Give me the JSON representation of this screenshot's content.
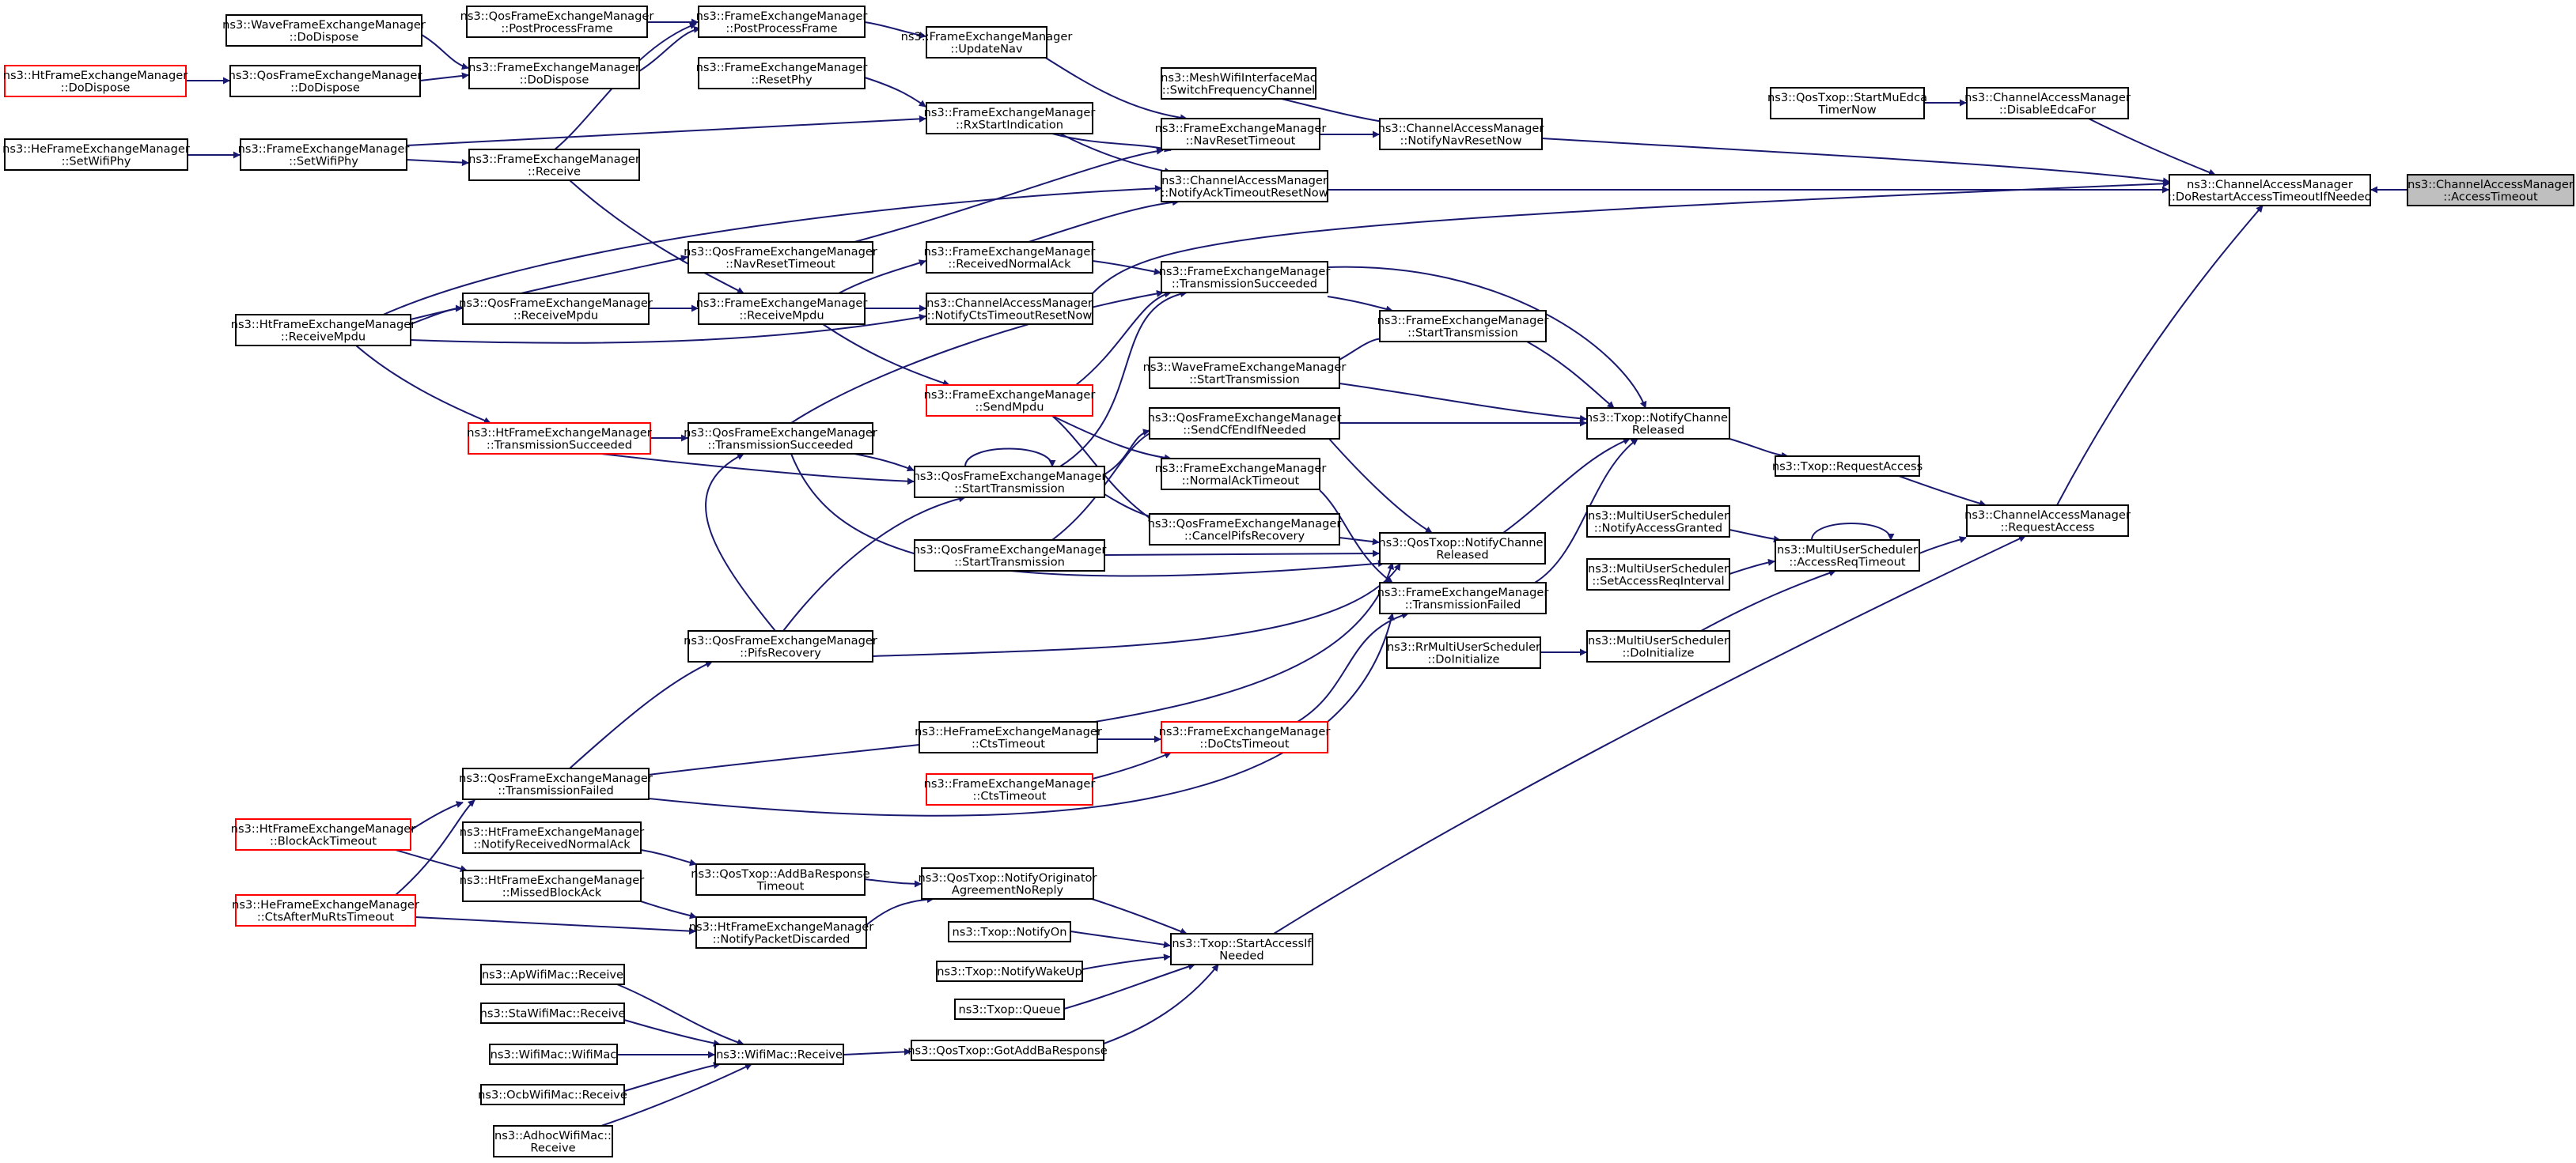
{
  "diagram": {
    "colors": {
      "edge": "#191970",
      "node_border": "#000000",
      "truncated_border": "#ff0000",
      "root_fill": "#bfbfbf",
      "background": "#ffffff"
    },
    "nodes": [
      {
        "id": "root",
        "lines": [
          "ns3::ChannelAccessManager",
          "::AccessTimeout"
        ],
        "style": "root"
      },
      {
        "id": "camRestart",
        "lines": [
          "ns3::ChannelAccessManager",
          "::DoRestartAccessTimeoutIfNeeded"
        ]
      },
      {
        "id": "camDisableEdca",
        "lines": [
          "ns3::ChannelAccessManager",
          "::DisableEdcaFor"
        ]
      },
      {
        "id": "qosStartMu",
        "lines": [
          "ns3::QosTxop::StartMuEdca",
          "TimerNow"
        ]
      },
      {
        "id": "camNotifyNav",
        "lines": [
          "ns3::ChannelAccessManager",
          "::NotifyNavResetNow"
        ]
      },
      {
        "id": "meshSwitch",
        "lines": [
          "ns3::MeshWifiInterfaceMac",
          "::SwitchFrequencyChannel"
        ]
      },
      {
        "id": "femNavReset",
        "lines": [
          "ns3::FrameExchangeManager",
          "::NavResetTimeout"
        ]
      },
      {
        "id": "femUpdateNav",
        "lines": [
          "ns3::FrameExchangeManager",
          "::UpdateNav"
        ]
      },
      {
        "id": "femPostProcess",
        "lines": [
          "ns3::FrameExchangeManager",
          "::PostProcessFrame"
        ]
      },
      {
        "id": "qfemPostProcess",
        "lines": [
          "ns3::QosFrameExchangeManager",
          "::PostProcessFrame"
        ]
      },
      {
        "id": "wfemDoDispose",
        "lines": [
          "ns3::WaveFrameExchangeManager",
          "::DoDispose"
        ]
      },
      {
        "id": "femDoDispose",
        "lines": [
          "ns3::FrameExchangeManager",
          "::DoDispose"
        ]
      },
      {
        "id": "qfemDoDispose",
        "lines": [
          "ns3::QosFrameExchangeManager",
          "::DoDispose"
        ]
      },
      {
        "id": "htfemDoDispose",
        "lines": [
          "ns3::HtFrameExchangeManager",
          "::DoDispose"
        ],
        "style": "truncated"
      },
      {
        "id": "femResetPhy",
        "lines": [
          "ns3::FrameExchangeManager",
          "::ResetPhy"
        ]
      },
      {
        "id": "camRxStart",
        "lines": [
          "ns3::FrameExchangeManager",
          "::RxStartIndication"
        ]
      },
      {
        "id": "hefemSetWifiPhy",
        "lines": [
          "ns3::HeFrameExchangeManager",
          "::SetWifiPhy"
        ]
      },
      {
        "id": "femSetWifiPhy",
        "lines": [
          "ns3::FrameExchangeManager",
          "::SetWifiPhy"
        ]
      },
      {
        "id": "femReceive",
        "lines": [
          "ns3::FrameExchangeManager",
          "::Receive"
        ]
      },
      {
        "id": "camAckTimeout",
        "lines": [
          "ns3::ChannelAccessManager",
          "::NotifyAckTimeoutResetNow"
        ]
      },
      {
        "id": "qfemNavReset",
        "lines": [
          "ns3::QosFrameExchangeManager",
          "::NavResetTimeout"
        ]
      },
      {
        "id": "femRecvNormalAck",
        "lines": [
          "ns3::FrameExchangeManager",
          "::ReceivedNormalAck"
        ]
      },
      {
        "id": "htfemReceiveMpdu",
        "lines": [
          "ns3::HtFrameExchangeManager",
          "::ReceiveMpdu"
        ]
      },
      {
        "id": "qfemReceiveMpdu",
        "lines": [
          "ns3::QosFrameExchangeManager",
          "::ReceiveMpdu"
        ]
      },
      {
        "id": "femReceiveMpdu",
        "lines": [
          "ns3::FrameExchangeManager",
          "::ReceiveMpdu"
        ]
      },
      {
        "id": "camCtsTimeout",
        "lines": [
          "ns3::ChannelAccessManager",
          "::NotifyCtsTimeoutResetNow"
        ]
      },
      {
        "id": "femTxSucceeded",
        "lines": [
          "ns3::FrameExchangeManager",
          "::TransmissionSucceeded"
        ]
      },
      {
        "id": "femStartTx",
        "lines": [
          "ns3::FrameExchangeManager",
          "::StartTransmission"
        ]
      },
      {
        "id": "wfemStartTx",
        "lines": [
          "ns3::WaveFrameExchangeManager",
          "::StartTransmission"
        ]
      },
      {
        "id": "femSendMpdu",
        "lines": [
          "ns3::FrameExchangeManager",
          "::SendMpdu"
        ],
        "style": "truncated"
      },
      {
        "id": "htfemTxSucceeded",
        "lines": [
          "ns3::HtFrameExchangeManager",
          "::TransmissionSucceeded"
        ],
        "style": "truncated"
      },
      {
        "id": "qfemTxSucceeded",
        "lines": [
          "ns3::QosFrameExchangeManager",
          "::TransmissionSucceeded"
        ]
      },
      {
        "id": "txopNotifyChannel",
        "lines": [
          "ns3::Txop::NotifyChannel",
          "Released"
        ]
      },
      {
        "id": "qfemSendCfEnd",
        "lines": [
          "ns3::QosFrameExchangeManager",
          "::SendCfEndIfNeeded"
        ]
      },
      {
        "id": "txopRequestAccess",
        "lines": [
          "ns3::Txop::RequestAccess"
        ]
      },
      {
        "id": "qfemStartTx",
        "lines": [
          "ns3::QosFrameExchangeManager",
          "::StartTransmission"
        ]
      },
      {
        "id": "femNormalAckTimeout",
        "lines": [
          "ns3::FrameExchangeManager",
          "::NormalAckTimeout"
        ]
      },
      {
        "id": "qfemCancelPifs",
        "lines": [
          "ns3::QosFrameExchangeManager",
          "::CancelPifsRecovery"
        ]
      },
      {
        "id": "qfemStartTx2",
        "lines": [
          "ns3::QosFrameExchangeManager",
          "::StartTransmission"
        ]
      },
      {
        "id": "qosTxopNotifyChannel",
        "lines": [
          "ns3::QosTxop::NotifyChannel",
          "Released"
        ]
      },
      {
        "id": "musNotifyGranted",
        "lines": [
          "ns3::MultiUserScheduler",
          "::NotifyAccessGranted"
        ]
      },
      {
        "id": "musAccessReqTimeout",
        "lines": [
          "ns3::MultiUserScheduler",
          "::AccessReqTimeout"
        ]
      },
      {
        "id": "camRequestAccess",
        "lines": [
          "ns3::ChannelAccessManager",
          "::RequestAccess"
        ]
      },
      {
        "id": "musSetAccessReq",
        "lines": [
          "ns3::MultiUserScheduler",
          "::SetAccessReqInterval"
        ]
      },
      {
        "id": "femTxFailed",
        "lines": [
          "ns3::FrameExchangeManager",
          "::TransmissionFailed"
        ]
      },
      {
        "id": "rrmusDoInit",
        "lines": [
          "ns3::RrMultiUserScheduler",
          "::DoInitialize"
        ]
      },
      {
        "id": "musDoInit",
        "lines": [
          "ns3::MultiUserScheduler",
          "::DoInitialize"
        ]
      },
      {
        "id": "qfemPifsRecovery",
        "lines": [
          "ns3::QosFrameExchangeManager",
          "::PifsRecovery"
        ]
      },
      {
        "id": "hefemCtsTimeout",
        "lines": [
          "ns3::HeFrameExchangeManager",
          "::CtsTimeout"
        ]
      },
      {
        "id": "femDoCtsTimeout",
        "lines": [
          "ns3::FrameExchangeManager",
          "::DoCtsTimeout"
        ],
        "style": "truncated"
      },
      {
        "id": "femCtsTimeout",
        "lines": [
          "ns3::FrameExchangeManager",
          "::CtsTimeout"
        ],
        "style": "truncated"
      },
      {
        "id": "qfemTxFailed",
        "lines": [
          "ns3::QosFrameExchangeManager",
          "::TransmissionFailed"
        ]
      },
      {
        "id": "htfemBlockAck",
        "lines": [
          "ns3::HtFrameExchangeManager",
          "::BlockAckTimeout"
        ],
        "style": "truncated"
      },
      {
        "id": "htfemNotifyRecvAck",
        "lines": [
          "ns3::HtFrameExchangeManager",
          "::NotifyReceivedNormalAck"
        ]
      },
      {
        "id": "htfemMissedBlockAck",
        "lines": [
          "ns3::HtFrameExchangeManager",
          "::MissedBlockAck"
        ]
      },
      {
        "id": "qosAddBaTimeout",
        "lines": [
          "ns3::QosTxop::AddBaResponse",
          "Timeout"
        ]
      },
      {
        "id": "qosNotifyOrig",
        "lines": [
          "ns3::QosTxop::NotifyOriginator",
          "AgreementNoReply"
        ]
      },
      {
        "id": "hefemCtsAfterMu",
        "lines": [
          "ns3::HeFrameExchangeManager",
          "::CtsAfterMuRtsTimeout"
        ],
        "style": "truncated"
      },
      {
        "id": "htfemNotifyPacket",
        "lines": [
          "ns3::HtFrameExchangeManager",
          "::NotifyPacketDiscarded"
        ]
      },
      {
        "id": "txopNotifyOn",
        "lines": [
          "ns3::Txop::NotifyOn"
        ]
      },
      {
        "id": "txopStartAccess",
        "lines": [
          "ns3::Txop::StartAccessIf",
          "Needed"
        ]
      },
      {
        "id": "txopNotifyWakeUp",
        "lines": [
          "ns3::Txop::NotifyWakeUp"
        ]
      },
      {
        "id": "txopQueue",
        "lines": [
          "ns3::Txop::Queue"
        ]
      },
      {
        "id": "apReceive",
        "lines": [
          "ns3::ApWifiMac::Receive"
        ]
      },
      {
        "id": "staReceive",
        "lines": [
          "ns3::StaWifiMac::Receive"
        ]
      },
      {
        "id": "wifiMacWifiMac",
        "lines": [
          "ns3::WifiMac::WifiMac"
        ]
      },
      {
        "id": "wifiMacReceive",
        "lines": [
          "ns3::WifiMac::Receive"
        ]
      },
      {
        "id": "qosGotAddBa",
        "lines": [
          "ns3::QosTxop::GotAddBaResponse"
        ]
      },
      {
        "id": "ocbReceive",
        "lines": [
          "ns3::OcbWifiMac::Receive"
        ]
      },
      {
        "id": "adhocReceive",
        "lines": [
          "ns3::AdhocWifiMac::",
          "Receive"
        ]
      }
    ]
  }
}
